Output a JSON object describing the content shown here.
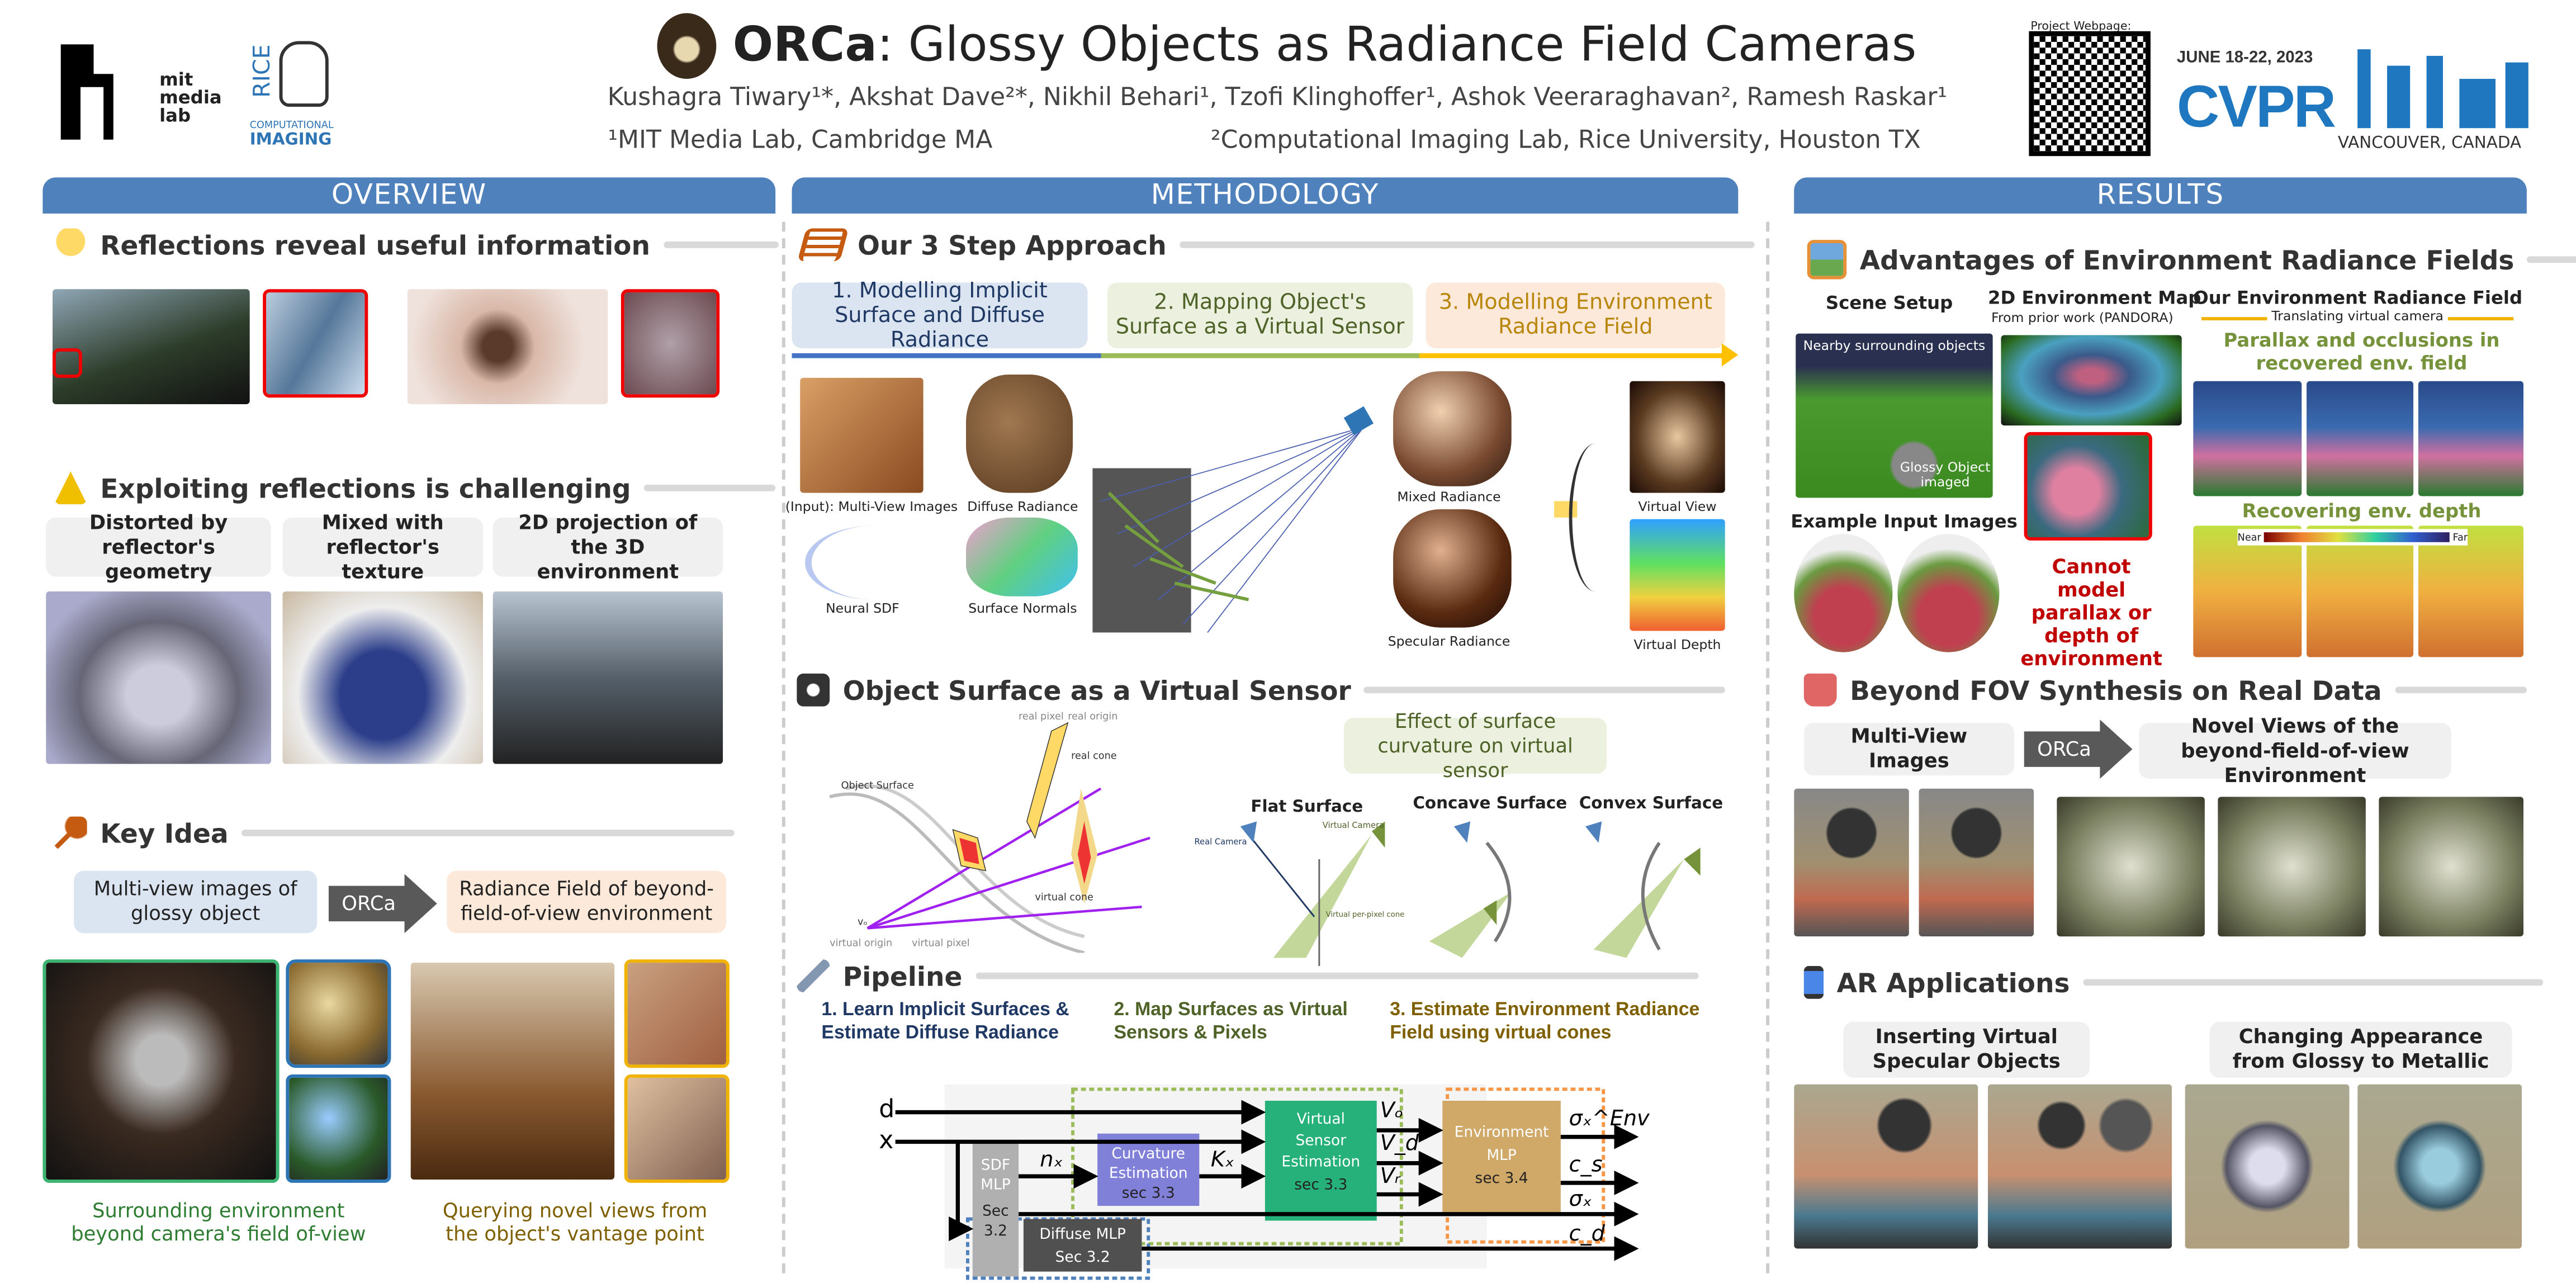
{
  "header": {
    "title_bold": "ORCa",
    "title_rest": ": Glossy Objects as Radiance Field Cameras",
    "authors": "Kushagra Tiwary¹*, Akshat Dave²*, Nikhil Behari¹, Tzofi Klinghoffer¹,  Ashok Veeraraghavan², Ramesh Raskar¹",
    "affil1": "¹MIT Media Lab, Cambridge MA",
    "affil2": "²Computational Imaging Lab, Rice University, Houston TX",
    "logo_mit": [
      "mit",
      "media",
      "lab"
    ],
    "logo_rice": [
      "RICE",
      "COMPUTATIONAL",
      "IMAGING"
    ],
    "qr_label": "Project Webpage:",
    "cvpr_date": "JUNE 18-22, 2023",
    "cvpr_name": "CVPR",
    "cvpr_place": "VANCOUVER, CANADA"
  },
  "colors": {
    "section": "#4f81bd",
    "step1": "#dbe5f1",
    "step2": "#ebf1de",
    "step3": "#fde9d9"
  },
  "overview": {
    "heading": "OVERVIEW",
    "s1": "Reflections reveal useful information",
    "s2": "Exploiting reflections is challenging",
    "challenges": [
      "Distorted by reflector's geometry",
      "Mixed with reflector's texture",
      "2D projection of the 3D environment"
    ],
    "s3": "Key Idea",
    "key_in": "Multi-view images of glossy object",
    "key_arrow": "ORCa",
    "key_out": "Radiance Field of beyond-field-of-view environment",
    "cap_left": [
      "Surrounding environment",
      "beyond camera's field of-view"
    ],
    "cap_right": [
      "Querying novel views from",
      "the object's vantage point"
    ]
  },
  "method": {
    "heading": "METHODOLOGY",
    "s1": "Our 3 Step Approach",
    "steps": [
      "1. Modelling Implicit Surface and Diffuse Radiance",
      "2. Mapping Object's Surface as a Virtual Sensor",
      "3. Modelling Environment Radiance Field"
    ],
    "fig_labels": {
      "input": "(Input): Multi-View Images",
      "diffuse": "Diffuse Radiance",
      "sdf": "Neural SDF",
      "normals": "Surface Normals",
      "mixed": "Mixed Radiance",
      "specular": "Specular Radiance",
      "vview": "Virtual View",
      "vdepth": "Virtual Depth"
    },
    "s2": "Object Surface as a Virtual Sensor",
    "sensor_labels": {
      "real_pixel": "real pixel",
      "real_origin": "real origin",
      "real_cone": "real cone",
      "object_surface": "Object Surface",
      "virtual_cone": "virtual cone",
      "vo": "vₒ",
      "virtual_origin": "virtual origin",
      "virtual_pixel": "virtual pixel"
    },
    "curv_box": "Effect of surface curvature on virtual sensor",
    "curv": [
      "Flat Surface",
      "Concave Surface",
      "Convex Surface"
    ],
    "curv_labels": {
      "real_cam": "Real Camera",
      "virt_cam": "Virtual Camera",
      "cone": "Virtual per-pixel cone"
    },
    "s3": "Pipeline",
    "pipe_steps": [
      "1. Learn Implicit Surfaces & Estimate Diffuse Radiance",
      "2. Map Surfaces as Virtual Sensors & Pixels",
      "3. Estimate Environment Radiance Field using virtual cones"
    ],
    "pipe": {
      "d": "d",
      "x": "x",
      "sdf": [
        "SDF",
        "MLP",
        "Sec",
        "3.2"
      ],
      "nx": "nₓ",
      "curv": [
        "Curvature",
        "Estimation",
        "sec 3.3"
      ],
      "kx": "Kₓ",
      "vse": [
        "Virtual",
        "Sensor",
        "Estimation",
        "sec 3.3"
      ],
      "vo": "Vₒ",
      "vd": "V_d",
      "vr": "Vᵣ",
      "env": [
        "Environment",
        "MLP",
        "sec 3.4"
      ],
      "sig_env": "σₓ^Env",
      "cs": "c_s",
      "sig": "σₓ",
      "cd": "c_d",
      "diff": [
        "Diffuse MLP",
        "Sec 3.2"
      ]
    }
  },
  "results": {
    "heading": "RESULTS",
    "s1": "Advantages of Environment Radiance Fields",
    "cols": [
      "Scene Setup",
      "2D Environment Map",
      "Our Environment Radiance Field"
    ],
    "prior": "From prior work (PANDORA)",
    "translate": "Translating virtual camera",
    "nearby": "Nearby surrounding objects",
    "glossy": "Glossy Object imaged",
    "example": "Example Input Images",
    "cannot": "Cannot model parallax or depth of environment",
    "parallax": "Parallax and occlusions in recovered env. field",
    "depth": "Recovering env. depth",
    "near": "Near",
    "far": "Far",
    "s2": "Beyond FOV Synthesis on Real Data",
    "fov_in": "Multi-View Images",
    "fov_arrow": "ORCa",
    "fov_out": "Novel Views of the beyond-field-of-view Environment",
    "s3": "AR Applications",
    "ar": [
      "Inserting Virtual Specular Objects",
      "Changing Appearance from Glossy to Metallic"
    ]
  }
}
